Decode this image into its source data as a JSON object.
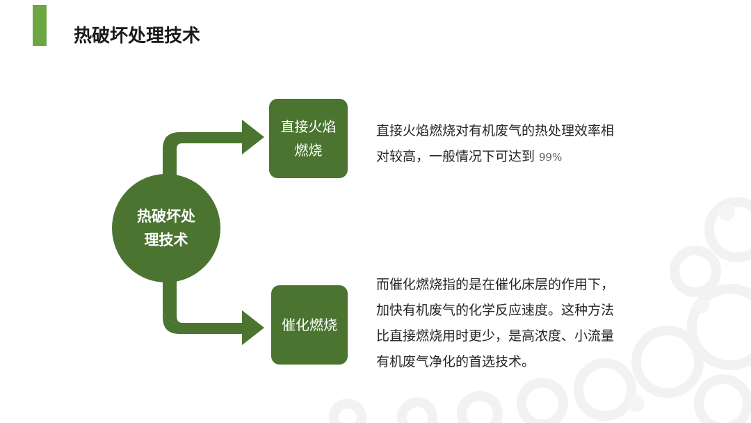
{
  "header": {
    "title": "热破坏处理技术"
  },
  "diagram": {
    "center": {
      "label": "热破坏处理技术"
    },
    "branches": [
      {
        "label": "直接火焰燃烧",
        "description_lines": [
          "直接火焰燃烧对有机废气的热处理效率相",
          "对较高，一般情况下可达到"
        ],
        "value": "99%"
      },
      {
        "label": "催化燃烧",
        "description_lines": [
          "而催化燃烧指的是在催化床层的作用下，",
          "加快有机废气的化学反应速度。这种方法",
          "比直接燃烧用时更少，是高浓度、小流量",
          "有机废气净化的首选技术。"
        ]
      }
    ]
  },
  "colors": {
    "accent": "#6da543",
    "node": "#4a7430",
    "arrow": "#4a7430"
  }
}
